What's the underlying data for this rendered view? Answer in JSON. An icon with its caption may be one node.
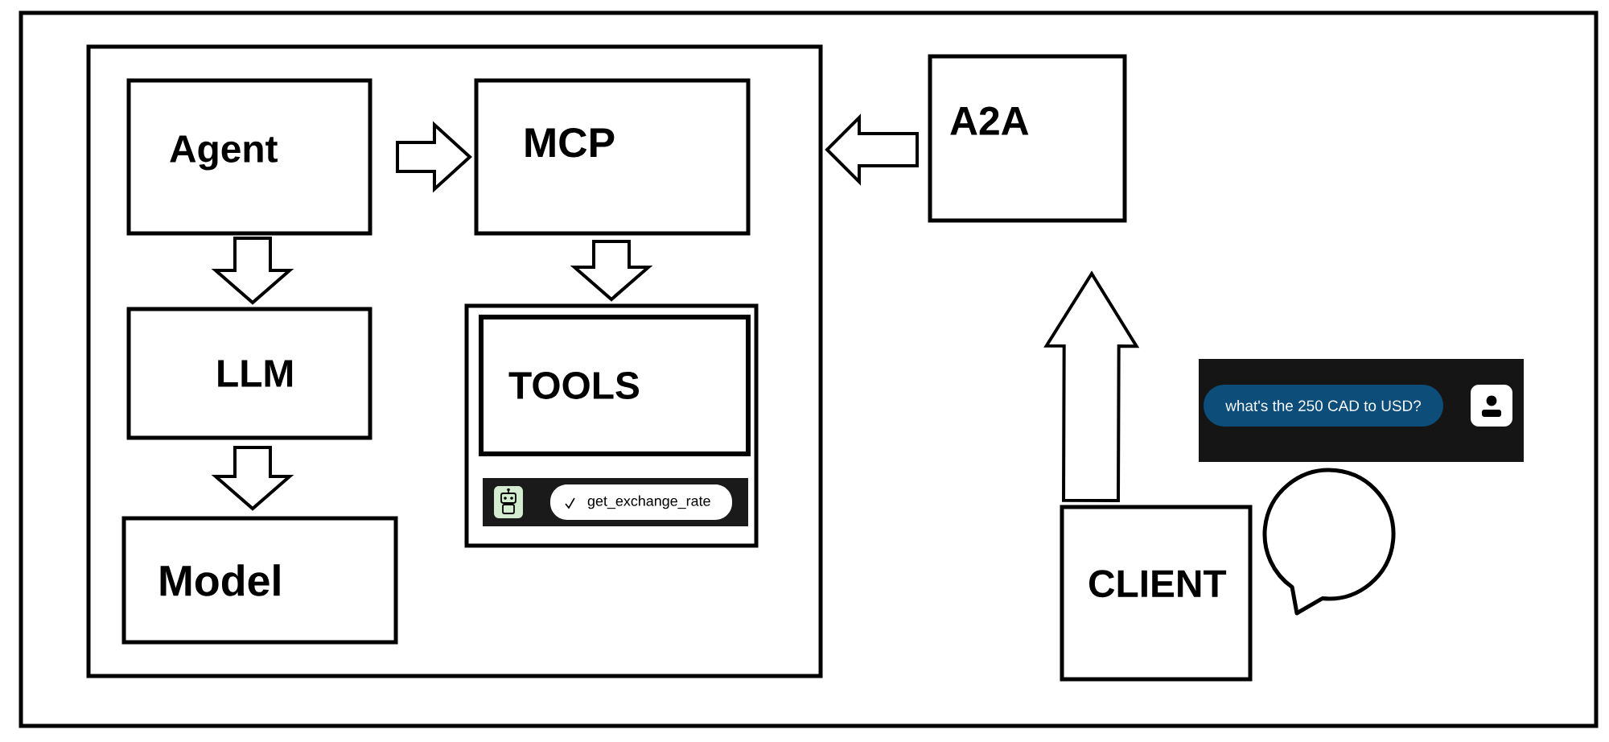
{
  "diagram": {
    "nodes": [
      {
        "text": [],
        "shape": "box"
      },
      {
        "text": [
          "Agent"
        ],
        "in": 0
      },
      {
        "text": [
          "MCP"
        ],
        "in": 0
      },
      {
        "text": [
          "A2A"
        ]
      },
      {
        "text": [
          "LLM"
        ],
        "in": 0
      },
      {
        "text": [],
        "shape": "box",
        "in": 0
      },
      {
        "text": [
          "TOOLS"
        ],
        "in": 5
      },
      {
        "text": [
          "get_exchange_rate"
        ],
        "in": 5
      },
      {
        "text": [
          "what's the 250 CAD to USD?"
        ]
      },
      {
        "text": [
          "Model"
        ],
        "in": 0
      },
      {
        "text": [
          "CLIENT"
        ]
      }
    ],
    "edges": [
      {
        "from": 1,
        "to": 2,
        "arrow": "to"
      },
      {
        "from": 3,
        "to": 0,
        "arrow": "to"
      },
      {
        "from": 1,
        "to": 4,
        "arrow": "to"
      },
      {
        "from": 2,
        "to": 5,
        "arrow": "to"
      },
      {
        "from": 4,
        "to": 9,
        "arrow": "to"
      },
      {
        "from": 10,
        "to": 3,
        "arrow": "to"
      }
    ]
  }
}
